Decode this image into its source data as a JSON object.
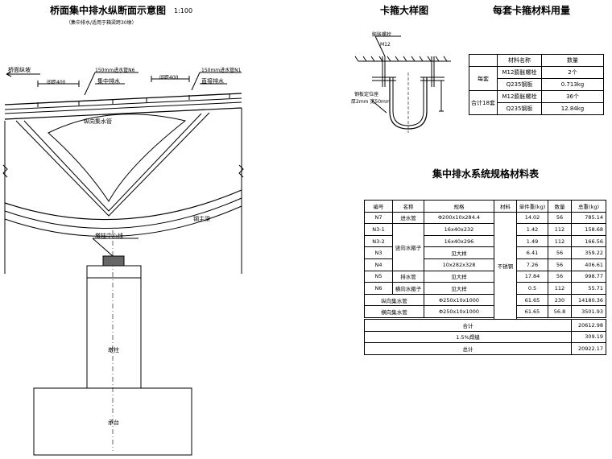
{
  "left": {
    "title": "桥面集中排水纵断面示意图",
    "scale": "1:100",
    "subtitle": "（集中排水/适用于箱梁跨30墩）",
    "labels": {
      "deck_longitudinal": "桥面纵坡",
      "inlet_150": "150mm进水管N6",
      "central_drain": "集中排水",
      "spacing_a": "间距400",
      "spacing_b": "间距400",
      "pipe_150": "150mm进水管N1",
      "direct_drain": "直接排水",
      "longitudinal_pipe": "纵向集水管",
      "steel_girder": "钢主梁",
      "pier_centerline": "墩柱中心线",
      "pier": "墩柱",
      "cap": "承台"
    }
  },
  "clamp": {
    "title": "卡箍大样图",
    "labels": {
      "expansion_bolt": "膨胀螺栓",
      "m12": "M12",
      "plate": "钢板定位座",
      "thickness": "厚2mm 宽50mm"
    }
  },
  "materials": {
    "title": "每套卡箍材料用量",
    "header": [
      "材料名称",
      "数量"
    ],
    "group1": "每套",
    "group2": "合计18套",
    "rows": [
      {
        "name": "M12膨胀螺栓",
        "qty": "2个"
      },
      {
        "name": "Q235钢板",
        "qty": "0.713kg"
      },
      {
        "name": "M12膨胀螺栓",
        "qty": "36个"
      },
      {
        "name": "Q235钢板",
        "qty": "12.84kg"
      }
    ]
  },
  "system": {
    "title": "集中排水系统规格材料表",
    "header": [
      "编号",
      "名称",
      "规格",
      "材料",
      "单件重(kg)",
      "数量",
      "总重(kg)"
    ],
    "material": "不锈钢",
    "rows": [
      {
        "id": "N7",
        "name": "进水管",
        "spec": "Φ200x10x284.4",
        "unit": "14.02",
        "qty": "56",
        "total": "785.14"
      },
      {
        "id": "N3-1",
        "name": "",
        "spec": "16x40x232",
        "unit": "1.42",
        "qty": "112",
        "total": "158.68"
      },
      {
        "id": "N3-2",
        "name": "竖向水箍子",
        "spec": "16x40x296",
        "unit": "1.49",
        "qty": "112",
        "total": "166.56"
      },
      {
        "id": "N3",
        "name": "",
        "spec": "见大样",
        "unit": "6.41",
        "qty": "56",
        "total": "359.22"
      },
      {
        "id": "N4",
        "name": "",
        "spec": "10x282x328",
        "unit": "7.26",
        "qty": "56",
        "total": "406.61"
      },
      {
        "id": "N5",
        "name": "排水管",
        "spec": "见大样",
        "unit": "17.84",
        "qty": "56",
        "total": "998.77"
      },
      {
        "id": "N6",
        "name": "横向水箍子",
        "spec": "见大样",
        "unit": "0.5",
        "qty": "112",
        "total": "55.71"
      }
    ],
    "wide_rows": [
      {
        "name": "纵向集水管",
        "spec": "Φ250x10x1000",
        "unit": "61.65",
        "qty": "230",
        "total": "14180.36"
      },
      {
        "name": "横向集水管",
        "spec": "Φ250x10x1000",
        "unit": "61.65",
        "qty": "56.8",
        "total": "3501.93"
      }
    ],
    "summary": [
      {
        "label": "合计",
        "value": "20612.98"
      },
      {
        "label": "1.5%焊缝",
        "value": "309.19"
      },
      {
        "label": "总计",
        "value": "20922.17"
      }
    ]
  }
}
